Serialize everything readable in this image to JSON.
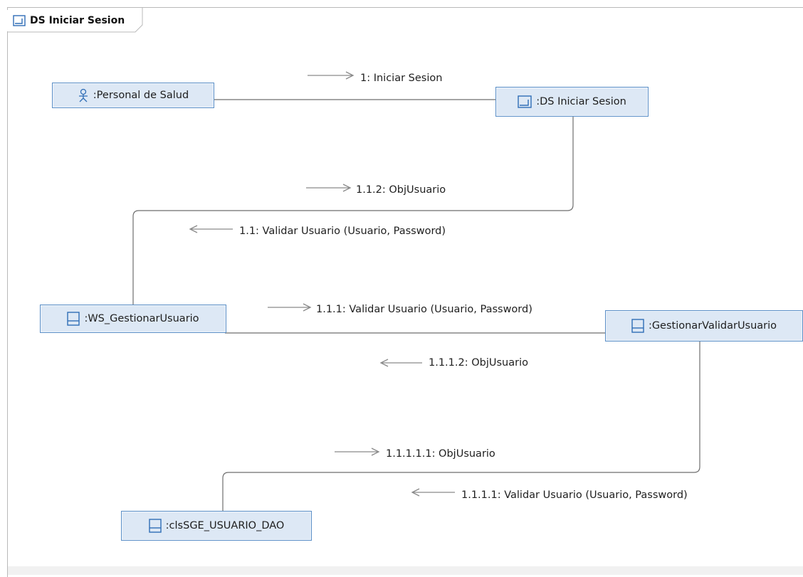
{
  "diagram": {
    "frame_title": "DS Iniciar Sesion",
    "frame_icon": "dialog-screen-icon",
    "colors": {
      "node_fill": "#dde8f5",
      "node_border": "#5b8fc7",
      "link": "#6e6e6e",
      "arrow": "#8a8a8a"
    }
  },
  "lifelines": {
    "personal": {
      "name": ":Personal de Salud",
      "icon": "actor-icon"
    },
    "ds": {
      "name": ":DS Iniciar Sesion",
      "icon": "dialog-screen-icon"
    },
    "ws": {
      "name": ":WS_GestionarUsuario",
      "icon": "class-icon"
    },
    "gv": {
      "name": ":GestionarValidarUsuario",
      "icon": "class-icon"
    },
    "dao": {
      "name": ":clsSGE_USUARIO_DAO",
      "icon": "class-icon"
    }
  },
  "messages": {
    "m1": "1: Iniciar Sesion",
    "m112": "1.1.2: ObjUsuario",
    "m11": "1.1: Validar Usuario (Usuario, Password)",
    "m111": "1.1.1: Validar Usuario (Usuario, Password)",
    "m1112": "1.1.1.2: ObjUsuario",
    "m11111": "1.1.1.1.1: ObjUsuario",
    "m1111": "1.1.1.1: Validar Usuario (Usuario, Password)"
  }
}
